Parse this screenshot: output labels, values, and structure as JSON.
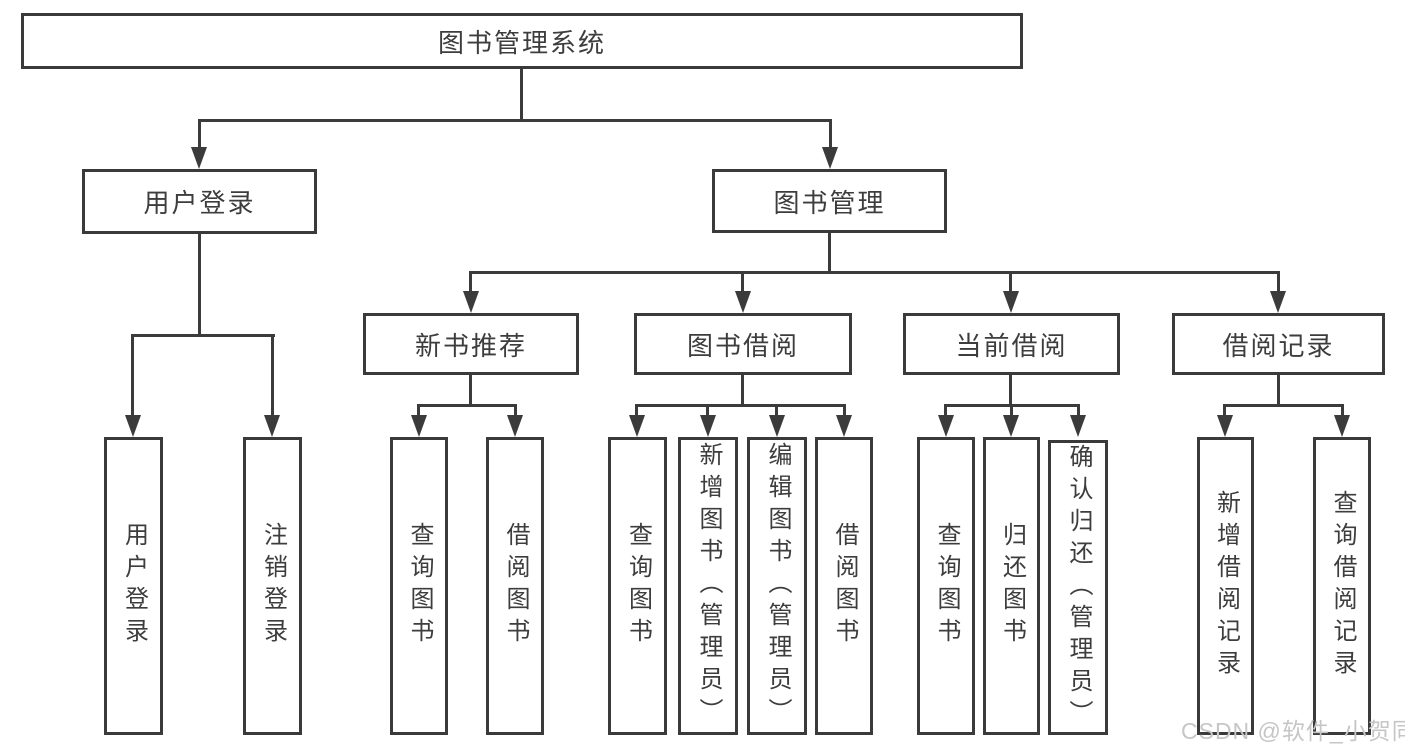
{
  "diagram_title": "图书管理系统",
  "watermark": "CSDN @软件_小贺同学",
  "colors": {
    "line": "#3b3b3b",
    "border": "#3a3a3a",
    "text": "#3d3d3d",
    "watermark": "#c6c6c6",
    "background": "#ffffff"
  },
  "nodes": {
    "root": "图书管理系统",
    "user_login": "用户登录",
    "book_management": "图书管理",
    "new_book_recommend": "新书推荐",
    "book_borrowing": "图书借阅",
    "current_borrowing": "当前借阅",
    "borrowing_records": "借阅记录",
    "leaf_user_login": "用户登录",
    "leaf_logout": "注销登录",
    "leaf_query_book_a": "查询图书",
    "leaf_borrow_book_a": "借阅图书",
    "leaf_query_book_b": "查询图书",
    "leaf_add_book_admin": "新增图书（管理员）",
    "leaf_edit_book_admin": "编辑图书（管理员）",
    "leaf_borrow_book_b": "借阅图书",
    "leaf_query_book_c": "查询图书",
    "leaf_return_book": "归还图书",
    "leaf_confirm_return_admin": "确认归还（管理员）",
    "leaf_add_borrow_record": "新增借阅记录",
    "leaf_query_borrow_record": "查询借阅记录"
  },
  "hierarchy": {
    "图书管理系统": {
      "用户登录": [
        "用户登录",
        "注销登录"
      ],
      "图书管理": {
        "新书推荐": [
          "查询图书",
          "借阅图书"
        ],
        "图书借阅": [
          "查询图书",
          "新增图书（管理员）",
          "编辑图书（管理员）",
          "借阅图书"
        ],
        "当前借阅": [
          "查询图书",
          "归还图书",
          "确认归还（管理员）"
        ],
        "借阅记录": [
          "新增借阅记录",
          "查询借阅记录"
        ]
      }
    }
  }
}
